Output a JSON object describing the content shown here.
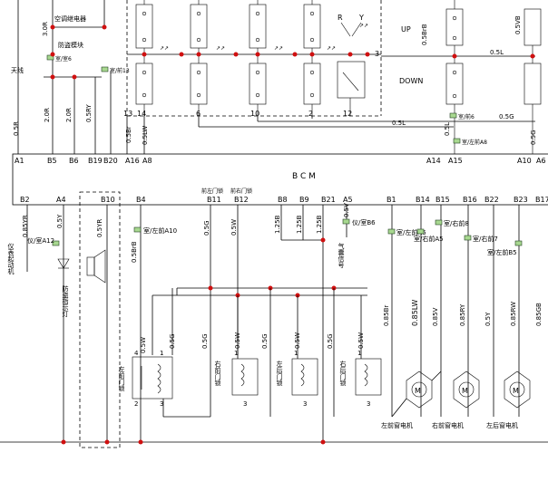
{
  "top_labels": {
    "ac_relay": "空调继电器",
    "antitheft_module": "防盗模块",
    "antenna": "天线",
    "up": "UP",
    "down": "DOWN",
    "r": "R",
    "y": "Y"
  },
  "top_connectors": {
    "c_room6": "室/室6",
    "c_front13": "室/前13",
    "c_front6": "室/前6",
    "c_front_a8": "室/左前A8"
  },
  "top_wires": {
    "w_30r": "3.0R",
    "w_05r": "0.5R",
    "w_20r_a": "2.0R",
    "w_20r_b": "2.0R",
    "w_05ry": "0.5RY",
    "w_05br": "0.5Br",
    "w_05lw": "0.5LW",
    "w_05brb": "0.5BrB",
    "w_05vb": "0.5VB",
    "w_05l_a": "0.5L",
    "w_05l_b": "0.5L",
    "w_05l_c": "0.5L",
    "w_05g_a": "0.5G",
    "w_05g_b": "0.5G"
  },
  "switch_numbers": [
    "13",
    "14",
    "6",
    "10",
    "2",
    "12",
    "3"
  ],
  "bcm_label": "B C M",
  "bcm_top_pins": [
    "A1",
    "B5",
    "B6",
    "B19",
    "B20",
    "A16",
    "A8",
    "A14",
    "A15",
    "A10",
    "A6"
  ],
  "bcm_bottom_pins": [
    "B2",
    "A4",
    "B10",
    "B4",
    "B11",
    "B12",
    "B8",
    "B9",
    "B21",
    "A5",
    "B1",
    "B14",
    "B15",
    "B16",
    "B22",
    "B23",
    "B17"
  ],
  "small_pin_labels": {
    "b11": "前左门锁",
    "b12": "前右门锁"
  },
  "bottom_wires": {
    "w_085yr": "0.85YR",
    "w_05y": "0.5Y",
    "w_05yr": "0.5YR",
    "w_05brb": "0.5BrB",
    "w_05g_1": "0.5G",
    "w_05w_1": "0.5W",
    "w_125b_1": "1.25B",
    "w_125b_2": "1.25B",
    "w_125b_3": "1.25B",
    "w_05v": "0.5V",
    "w_05w_a": "0.5W",
    "w_05g_a": "0.5G",
    "w_05g_b": "0.5G",
    "w_05w_b": "0.5W",
    "w_05g_c": "0.5G",
    "w_05w_c": "0.5W",
    "w_05g_d": "0.5G",
    "w_05w_d": "0.5W",
    "w_085br": "0.85Br",
    "w_085lw": "0.85LW",
    "w_085v": "0.85V",
    "w_085ry": "0.85RY",
    "w_05y2": "0.5Y",
    "w_085rw": "0.85RW",
    "w_085gb": "0.85GB"
  },
  "bottom_connectors": {
    "c_a12": "仪/室A12",
    "c_a10": "室/左前A10",
    "c_b6": "仪/室B6",
    "c_a6": "室/左前A6",
    "c_a5": "室/右前A5",
    "c_8": "室/右前8",
    "c_7": "室/右前7",
    "c_b5": "室/左前B5"
  },
  "components": {
    "instrument": "仪表起动机",
    "antitheft_lamp": "防盗指示灯",
    "airbag_signal": "气囊信号",
    "lock_driver": "左前门锁",
    "lock_front_right": "右前门锁",
    "lock_rear_left": "左后门锁",
    "lock_rear_right": "右后门锁",
    "motor_lf": "左前窗电机",
    "motor_rf": "右前窗电机",
    "motor_lr": "左后窗电机"
  }
}
